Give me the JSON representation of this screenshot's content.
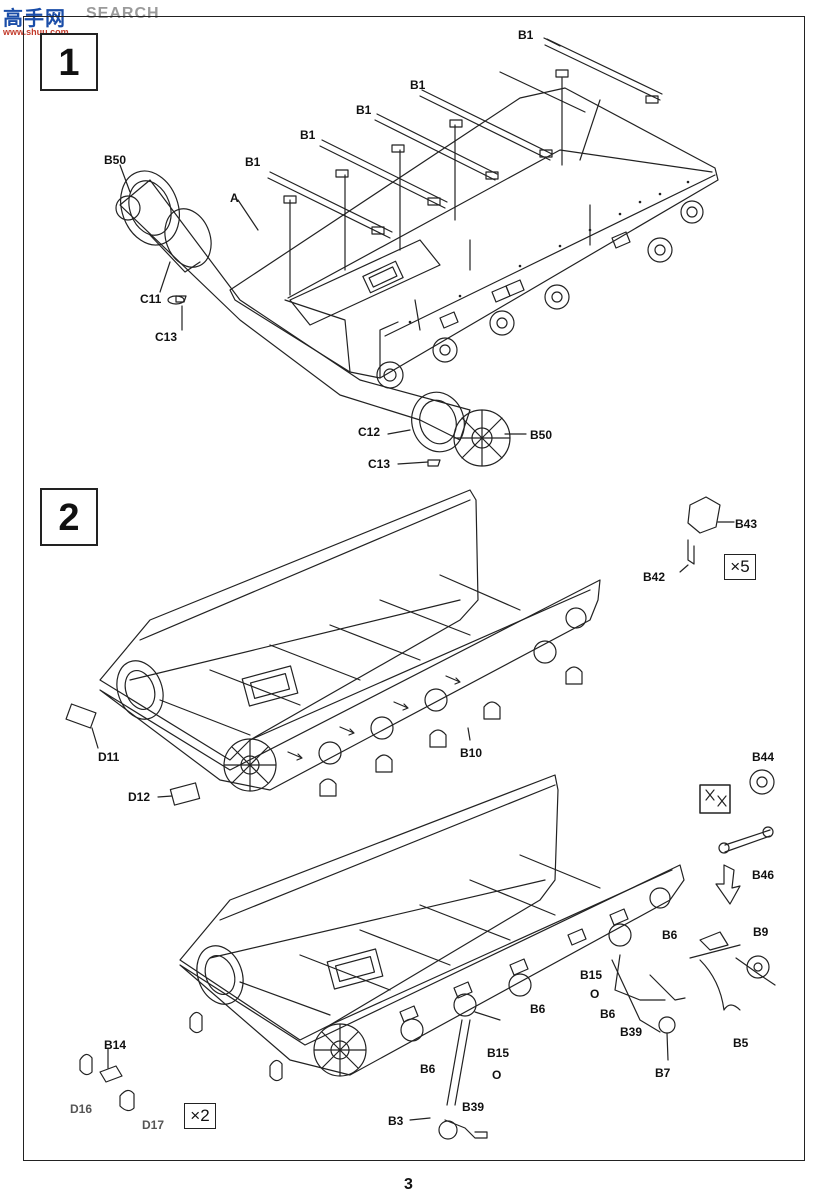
{
  "watermark": {
    "chinese": "高手网",
    "english": "SEARCH",
    "url": "www.shuu.com"
  },
  "step1": {
    "number": "1",
    "labels": {
      "b1": "B1",
      "b50": "B50",
      "a": "A",
      "c11": "C11",
      "c13": "C13",
      "c12": "C12"
    }
  },
  "step2": {
    "number": "2",
    "labels": {
      "b43": "B43",
      "b42": "B42",
      "qty5": "×5",
      "d11": "D11",
      "d12": "D12",
      "b10": "B10",
      "b44": "B44",
      "b46": "B46",
      "b9": "B9",
      "b6": "B6",
      "b15": "B15",
      "o": "O",
      "b39": "B39",
      "b7": "B7",
      "b5": "B5",
      "b3": "B3",
      "b14": "B14",
      "d16": "D16",
      "d17": "D17",
      "qty2": "×2"
    }
  },
  "icons": {
    "cement": "glue-scissors-icon"
  },
  "page_number": "3"
}
